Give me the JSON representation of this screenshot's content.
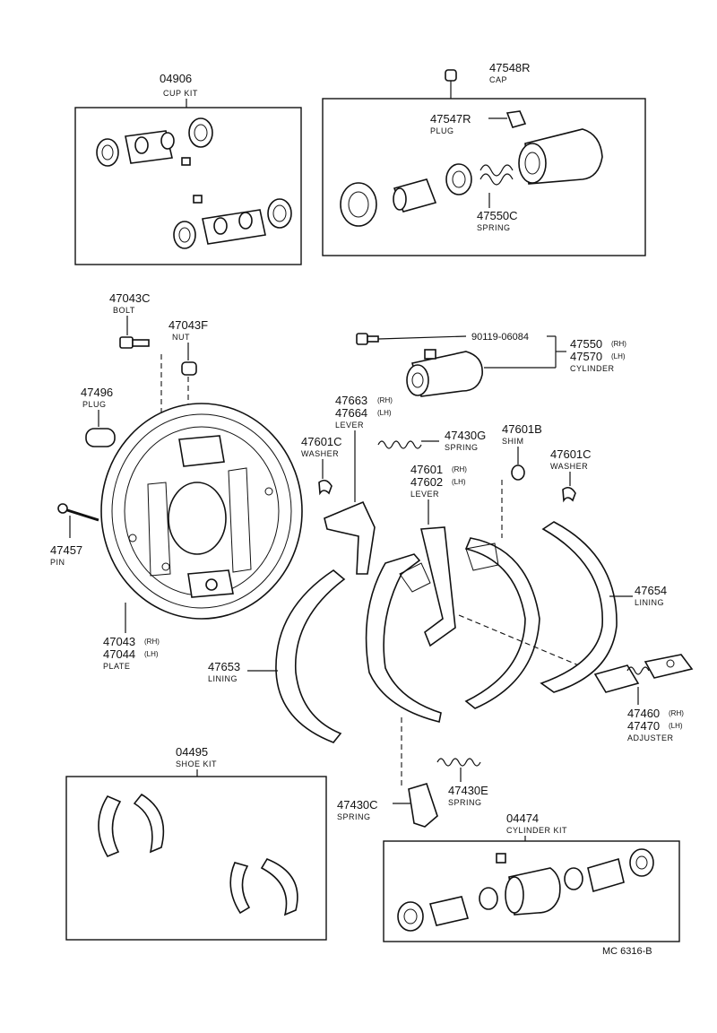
{
  "parts": {
    "cup_kit": {
      "number": "04906",
      "name": "CUP KIT"
    },
    "cap": {
      "number": "47548R",
      "name": "CAP"
    },
    "plug_547": {
      "number": "47547R",
      "name": "PLUG"
    },
    "spring_550": {
      "number": "47550C",
      "name": "SPRING"
    },
    "bolt": {
      "number": "47043C",
      "name": "BOLT"
    },
    "nut": {
      "number": "47043F",
      "name": "NUT"
    },
    "bolt_90119": {
      "number": "90119-06084"
    },
    "cylinder": {
      "number_rh": "47550",
      "rh": "(RH)",
      "number_lh": "47570",
      "lh": "(LH)",
      "name": "CYLINDER"
    },
    "plug_496": {
      "number": "47496",
      "name": "PLUG"
    },
    "lever_663": {
      "number_rh": "47663",
      "rh": "(RH)",
      "number_lh": "47664",
      "lh": "(LH)",
      "name": "LEVER"
    },
    "washer_left": {
      "number": "47601C",
      "name": "WASHER"
    },
    "spring_430g": {
      "number": "47430G",
      "name": "SPRING"
    },
    "shim": {
      "number": "47601B",
      "name": "SHIM"
    },
    "washer_right": {
      "number": "47601C",
      "name": "WASHER"
    },
    "lever_601": {
      "number_rh": "47601",
      "rh": "(RH)",
      "number_lh": "47602",
      "lh": "(LH)",
      "name": "LEVER"
    },
    "pin": {
      "number": "47457",
      "name": "PIN"
    },
    "lining_654": {
      "number": "47654",
      "name": "LINING"
    },
    "plate": {
      "number_rh": "47043",
      "rh": "(RH)",
      "number_lh": "47044",
      "lh": "(LH)",
      "name": "PLATE"
    },
    "lining_653": {
      "number": "47653",
      "name": "LINING"
    },
    "adjuster": {
      "number_rh": "47460",
      "rh": "(RH)",
      "number_lh": "47470",
      "lh": "(LH)",
      "name": "ADJUSTER"
    },
    "shoe_kit": {
      "number": "04495",
      "name": "SHOE KIT"
    },
    "spring_430e": {
      "number": "47430E",
      "name": "SPRING"
    },
    "spring_430c": {
      "number": "47430C",
      "name": "SPRING"
    },
    "cylinder_kit": {
      "number": "04474",
      "name": "CYLINDER KIT"
    }
  },
  "drawing_code": "MC 6316-B"
}
